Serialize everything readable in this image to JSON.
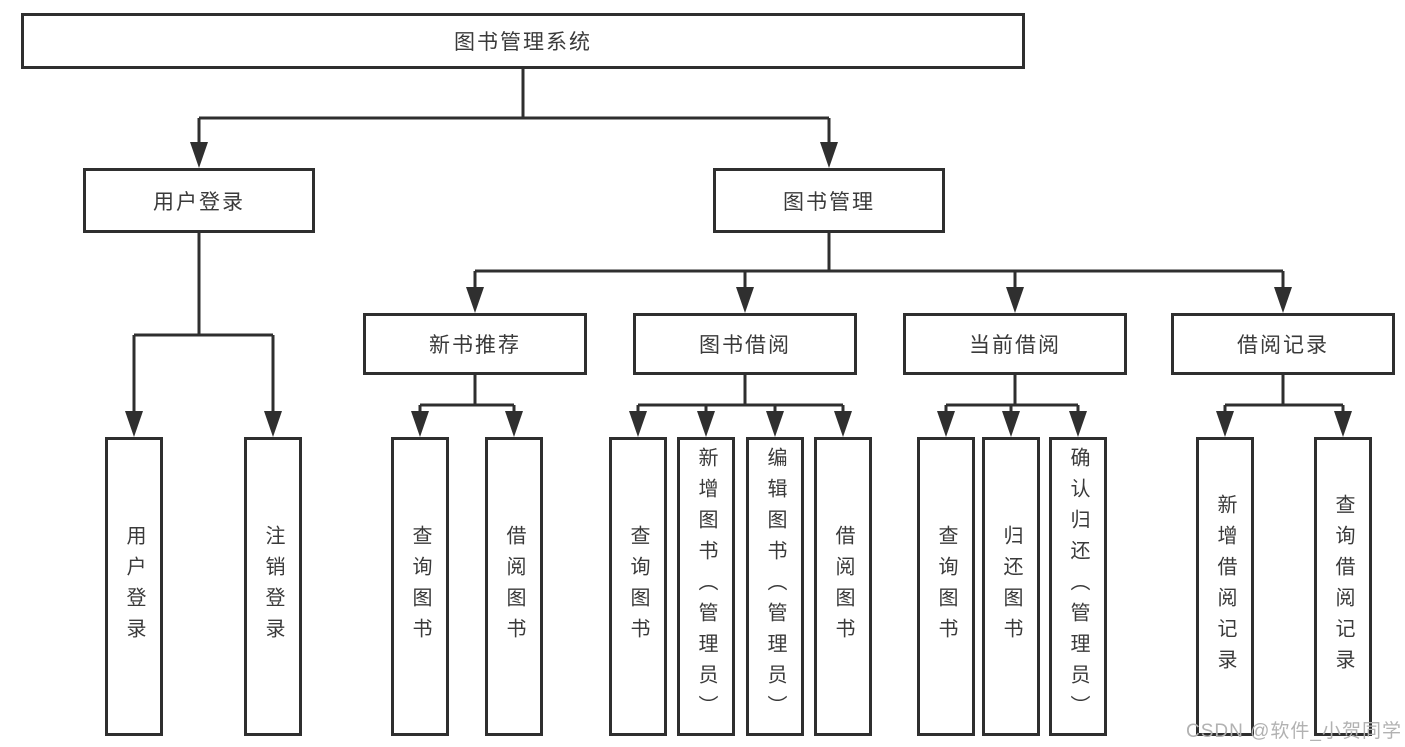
{
  "diagram_title": "图书管理系统",
  "nodes": {
    "root": "图书管理系统",
    "user_login": "用户登录",
    "book_mgmt": "图书管理",
    "new_book_rec": "新书推荐",
    "book_borrow": "图书借阅",
    "current_borrow": "当前借阅",
    "borrow_records": "借阅记录",
    "leaf_user_login": "用户登录",
    "leaf_logout": "注销登录",
    "rec_query_books": "查询图书",
    "rec_borrow_books": "借阅图书",
    "bb_query_books": "查询图书",
    "bb_add_books": "新增图书（管理员）",
    "bb_edit_books": "编辑图书（管理员）",
    "bb_borrow_books": "借阅图书",
    "cb_query_books": "查询图书",
    "cb_return_books": "归还图书",
    "cb_confirm_return": "确认归还（管理员）",
    "br_add_record": "新增借阅记录",
    "br_query_record": "查询借阅记录"
  },
  "hierarchy": {
    "图书管理系统": {
      "用户登录": [
        "用户登录",
        "注销登录"
      ],
      "图书管理": {
        "新书推荐": [
          "查询图书",
          "借阅图书"
        ],
        "图书借阅": [
          "查询图书",
          "新增图书（管理员）",
          "编辑图书（管理员）",
          "借阅图书"
        ],
        "当前借阅": [
          "查询图书",
          "归还图书",
          "确认归还（管理员）"
        ],
        "借阅记录": [
          "新增借阅记录",
          "查询借阅记录"
        ]
      }
    }
  },
  "watermark": "CSDN @软件_小贺同学",
  "colors": {
    "line": "#2f2f2f",
    "text": "#3a3a3a",
    "watermark": "#b2b2b2",
    "background": "#ffffff"
  }
}
